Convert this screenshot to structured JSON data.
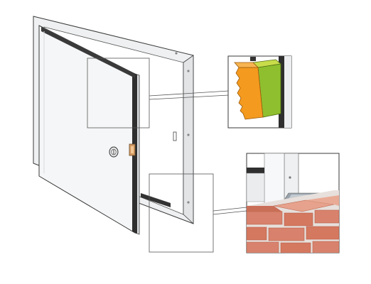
{
  "illustration": {
    "subject": "access-panel-door",
    "callouts": [
      "door-edge-seal-detail",
      "frame-mounting-in-brick-wall-detail"
    ]
  },
  "colors": {
    "background": "#ffffff",
    "door_face": "#f4f5f6",
    "frame": "#ebeced",
    "outline": "#3a3a3a",
    "gasket": "#333333",
    "seal_orange": "#f39a1f",
    "seal_green": "#8fbf2e",
    "seal_lime": "#c9dc4a",
    "brick": "#d8826d",
    "brick_dark": "#b9604c",
    "mortar": "#e7e0dc",
    "lock_brass": "#d59a61",
    "metal_strip": "#9aa4ad"
  }
}
